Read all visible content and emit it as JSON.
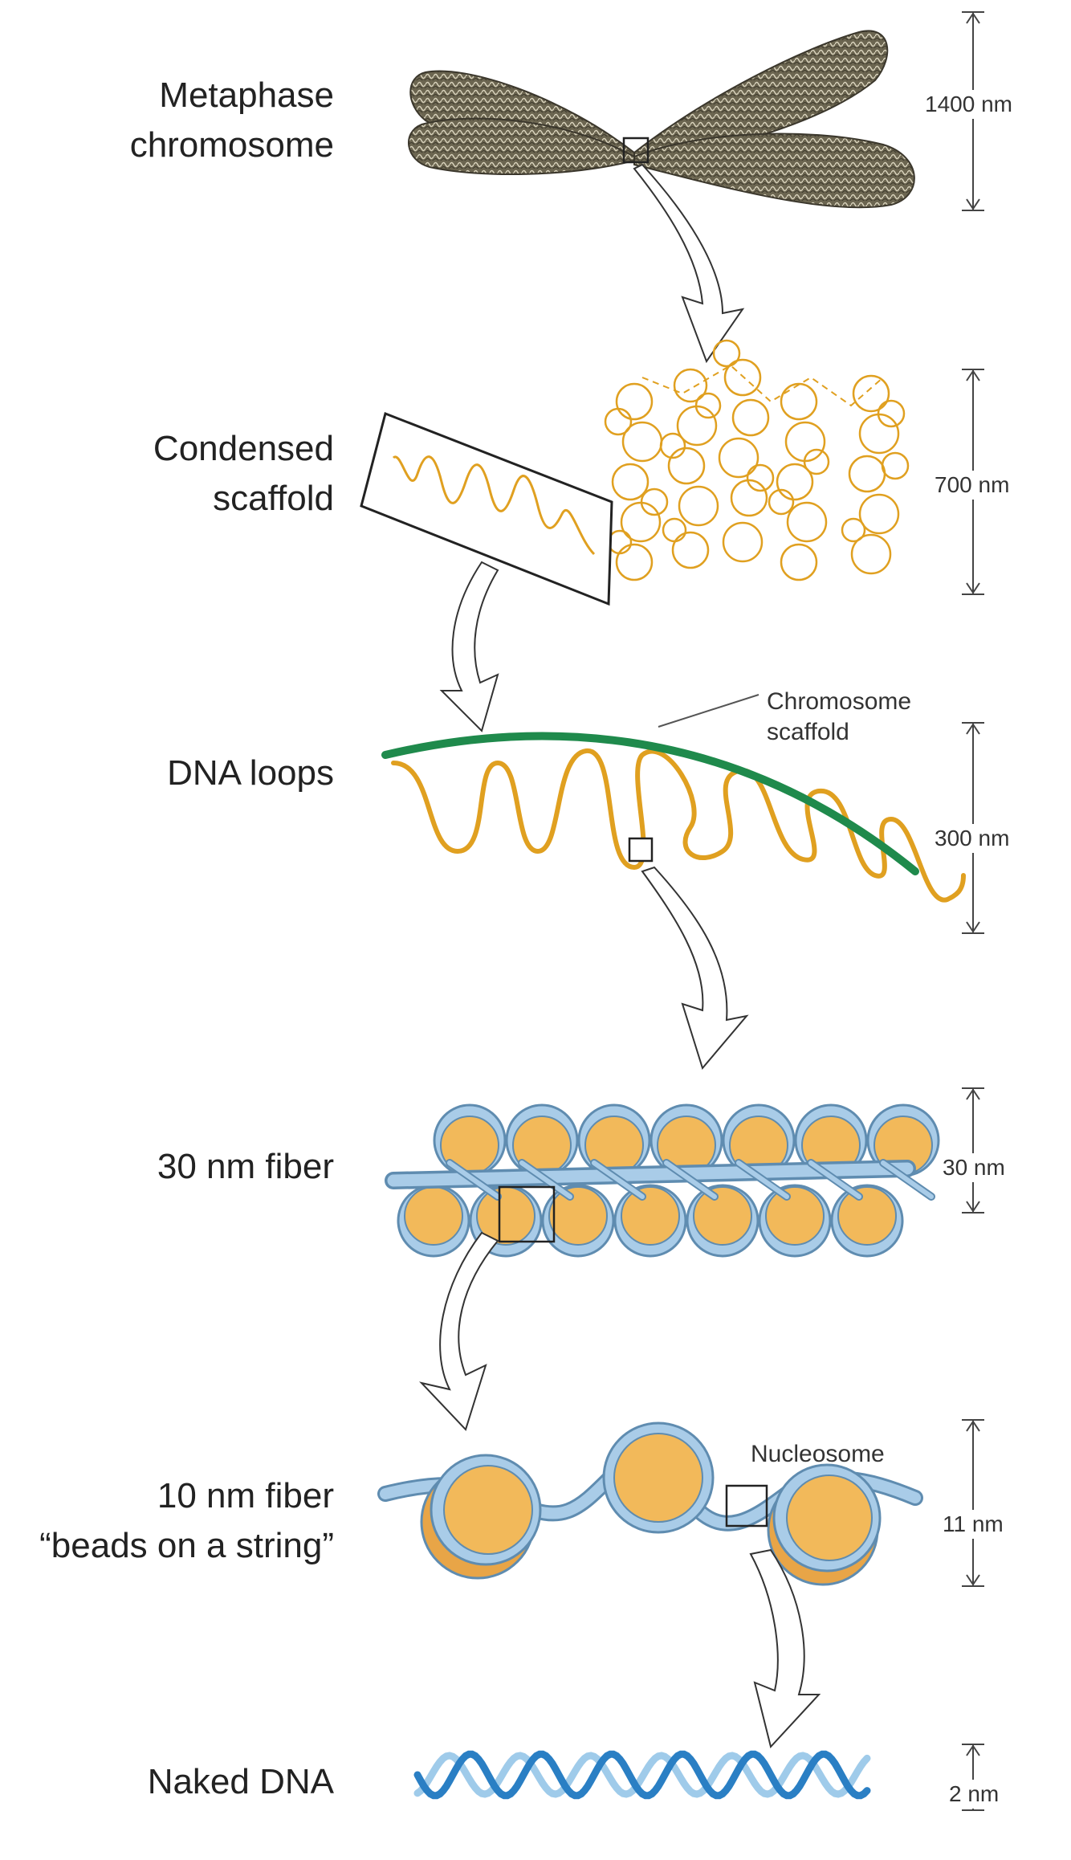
{
  "levels": [
    {
      "label_line1": "Metaphase",
      "label_line2": "chromosome",
      "scale": "1400 nm"
    },
    {
      "label_line1": "Condensed",
      "label_line2": "scaffold",
      "scale": "700 nm"
    },
    {
      "label_line1": "DNA loops",
      "label_line2": "",
      "scale": "300 nm"
    },
    {
      "label_line1": "30 nm fiber",
      "label_line2": "",
      "scale": "30 nm"
    },
    {
      "label_line1": "10 nm fiber",
      "label_line2": "“beads on a string”",
      "scale": "11 nm"
    },
    {
      "label_line1": "Naked DNA",
      "label_line2": "",
      "scale": "2 nm"
    }
  ],
  "callouts": {
    "scaffold_line1": "Chromosome",
    "scaffold_line2": "scaffold",
    "nucleosome": "Nucleosome"
  },
  "colors": {
    "chromosome": "#5f5a48",
    "dna_loop": "#e0a020",
    "scaffold": "#1f8a4c",
    "histone": "#f2b95a",
    "dna_wrap": "#a9cce8",
    "naked_dna": "#2a7fc4",
    "naked_dna_light": "#9fcbea"
  }
}
